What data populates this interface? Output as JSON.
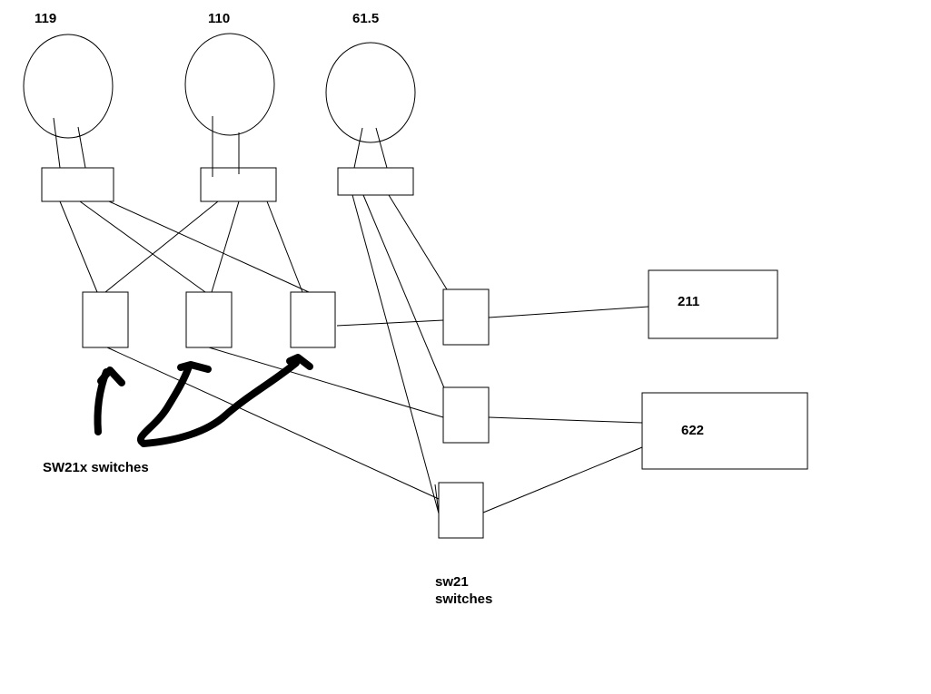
{
  "diagram": {
    "nodes": {
      "disk_119": "119",
      "disk_110": "110",
      "disk_61_5": "61.5",
      "host_211": "211",
      "host_622": "622"
    },
    "annotations": {
      "sw21x": "SW21x switches",
      "sw21_line1": "sw21",
      "sw21_line2": "switches"
    }
  }
}
